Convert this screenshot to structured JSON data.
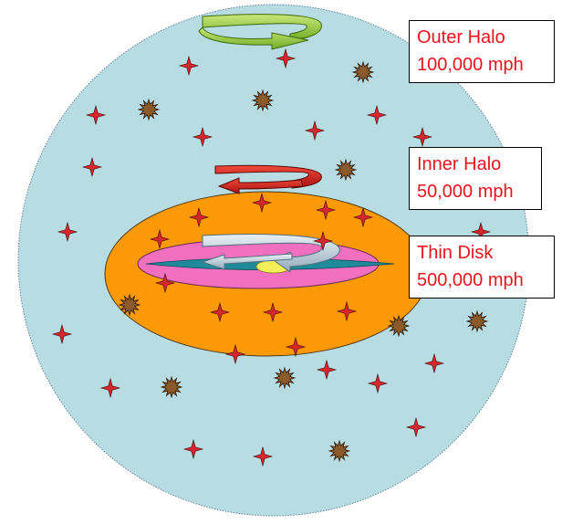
{
  "colors": {
    "outer_halo_fill": "#b7dde3",
    "inner_halo_fill": "#fb9a06",
    "thin_disk_fill": "#f06fbf",
    "disk_core_fill": "#1e8a9a",
    "bulge_fill": "#f3ef56",
    "star_fill": "#d8262e",
    "cluster_fill": "#8a5a2a",
    "label_text": "#e8141b",
    "outer_arrow": "#8dc63f",
    "inner_arrow": "#cc1b1b",
    "disk_arrow": "#b8cad6"
  },
  "icons": {
    "star": "four-point-star-icon",
    "cluster": "globular-cluster-icon",
    "arrow": "curved-rotation-arrow-icon"
  },
  "labels": {
    "outer_halo": {
      "name": "Outer Halo",
      "speed": "100,000 mph"
    },
    "inner_halo": {
      "name": "Inner Halo",
      "speed": "50,000 mph"
    },
    "thin_disk": {
      "name": "Thin Disk",
      "speed": "500,000 mph"
    }
  }
}
